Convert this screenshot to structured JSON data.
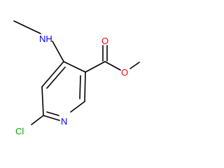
{
  "molecule": {
    "atoms": {
      "cl": {
        "text": "Cl",
        "color": "#00a800"
      },
      "n_ring": {
        "text": "N",
        "color": "#0000ff"
      },
      "nh": {
        "text": "NH",
        "color": "#0000ff"
      },
      "o_carbonyl": {
        "text": "O",
        "color": "#ff0000"
      },
      "o_ester": {
        "text": "O",
        "color": "#ff0000"
      }
    },
    "bond_color": "#000000"
  }
}
